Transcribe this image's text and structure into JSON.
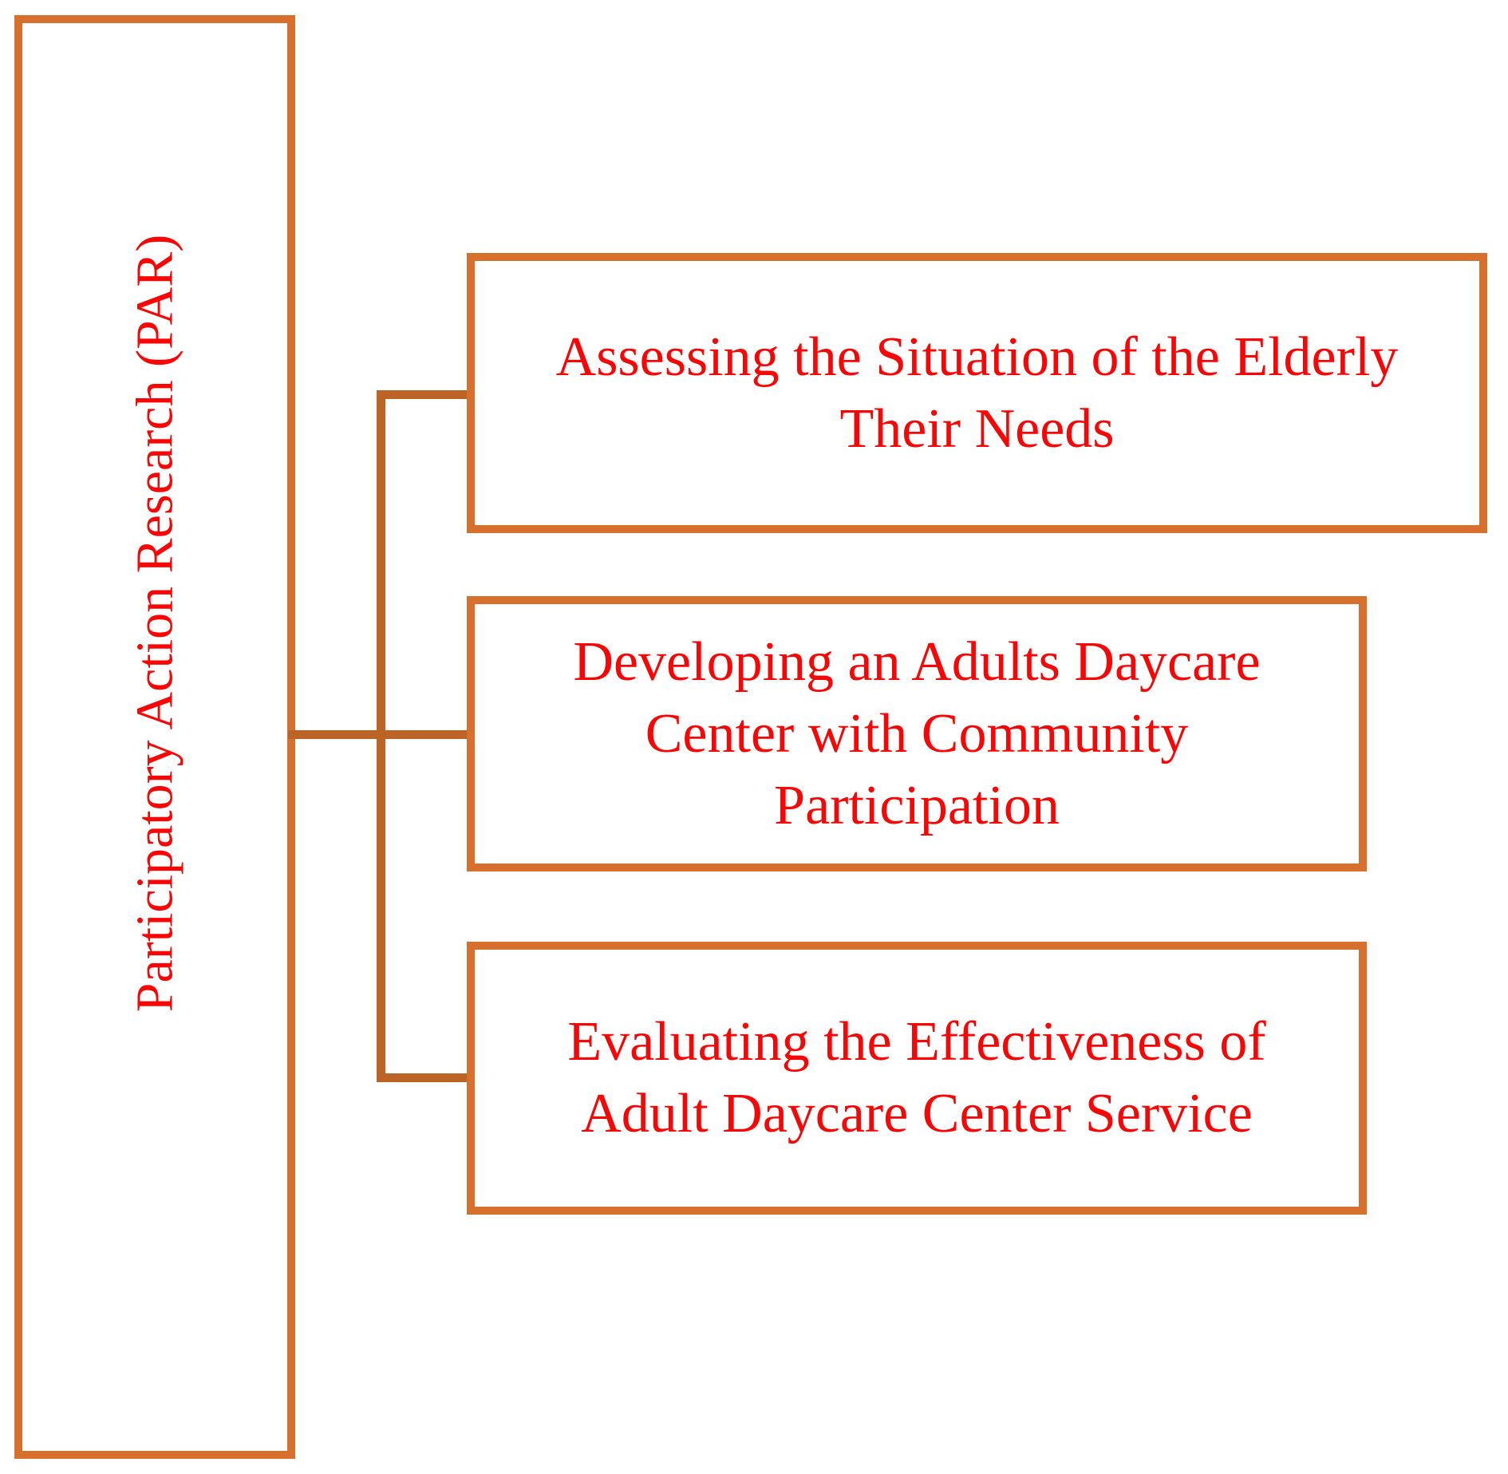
{
  "colors": {
    "background": "#FFFFFF",
    "box_border": "#D8702D",
    "connector": "#BC6425",
    "text_red": "#FA0505"
  },
  "root": {
    "label": "Participatory Action Research (PAR)"
  },
  "phases": [
    {
      "id": "assessing",
      "lines": [
        "Assessing the Situation of the Elderly",
        "Their Needs"
      ]
    },
    {
      "id": "developing",
      "lines": [
        "Developing an Adults Daycare",
        "Center with Community",
        "Participation"
      ]
    },
    {
      "id": "evaluating",
      "lines": [
        "Evaluating the Effectiveness of",
        "Adult Daycare Center Service"
      ]
    }
  ]
}
